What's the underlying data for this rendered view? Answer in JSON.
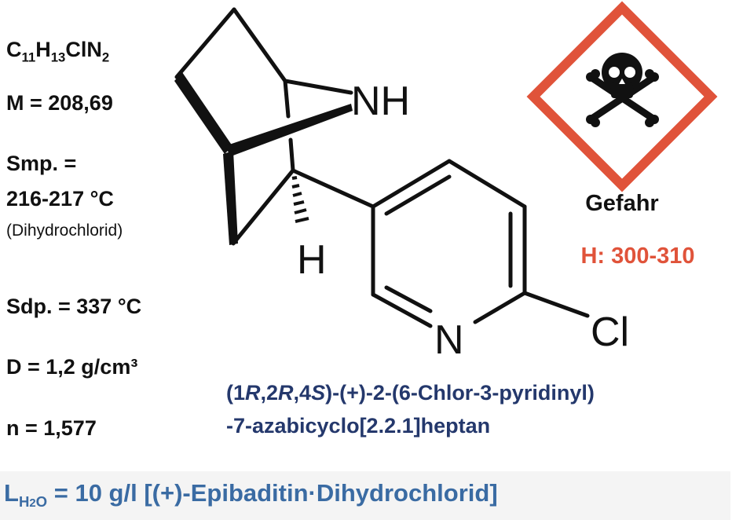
{
  "formula": {
    "parts": [
      "C",
      "11",
      "H",
      "13",
      "ClN",
      "2"
    ]
  },
  "molar_mass": "M = 208,69",
  "melting_point": {
    "label": "Smp. =",
    "value": "216-217 °C",
    "note": "(Dihydrochlorid)"
  },
  "boiling_point": "Sdp. = 337 °C",
  "density": "D = 1,2 g/cm³",
  "refractive_index": "n = 1,577",
  "structure": {
    "nh_label": "NH",
    "h_label": "H",
    "n_label": "N",
    "cl_label": "Cl"
  },
  "hazard": {
    "signal_word": "Gefahr",
    "h_statements": "H: 300-310",
    "pictogram": "skull-crossbones-icon",
    "color": "#e0533a"
  },
  "iupac_name": {
    "line1_parts": [
      "(1",
      "R",
      ",2",
      "R",
      ",4",
      "S",
      ")-(+)-2-(6-Chlor-3-pyridinyl)"
    ],
    "line2": "-7-azabicyclo[2.2.1]heptan"
  },
  "solubility": {
    "L": "L",
    "sub": "H",
    "sub2": "2",
    "sub3": "O",
    "text": " = 10 g/l [(+)-Epibaditin·Dihydrochlorid]"
  },
  "colors": {
    "name": "#24386c",
    "solubility": "#3a6ba3"
  }
}
